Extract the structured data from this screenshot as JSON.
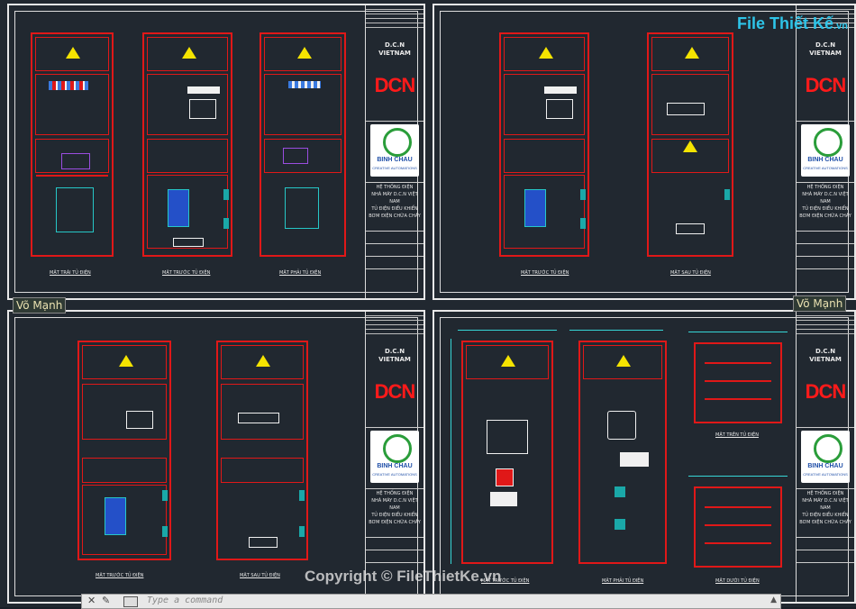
{
  "watermark": {
    "site": "Copyright © FileThietKe.vn",
    "brand": "File Thiết Kế",
    "brand_tld": ".vn"
  },
  "author_label": "Võ Mạnh",
  "title_block": {
    "company_line1": "D.C.N",
    "company_line2": "VIETNAM",
    "brand": "DCN",
    "logo_name": "BINH CHAU",
    "logo_sub": "CREATIVE AUTOMATIONS",
    "project_line1": "HỆ THỐNG ĐIỆN",
    "project_line2": "NHÀ MÁY D.C.N VIỆT NAM",
    "drawing_line1": "TỦ ĐIỆN ĐIỀU KHIỂN",
    "drawing_line2": "BƠM ĐIỆN CHỮA CHÁY"
  },
  "sheets": [
    {
      "captions": [
        "MẶT TRÁI TỦ ĐIỆN",
        "MẶT TRƯỚC TỦ ĐIỆN",
        "MẶT PHẢI TỦ ĐIỆN"
      ]
    },
    {
      "captions": [
        "MẶT TRƯỚC TỦ ĐIỆN",
        "MẶT SAU TỦ ĐIỆN"
      ]
    },
    {
      "captions": [
        "MẶT TRƯỚC TỦ ĐIỆN",
        "MẶT SAU TỦ ĐIỆN"
      ]
    },
    {
      "captions": [
        "MẶT TRƯỚC TỦ ĐIỆN",
        "MẶT PHẢI TỦ ĐIỆN",
        "MẶT TRÊN TỦ ĐIỆN",
        "MẶT DƯỚI TỦ ĐIỆN"
      ]
    }
  ],
  "command_line": {
    "placeholder": "Type a command"
  },
  "colors": {
    "frame": "#e01818",
    "background": "#212830",
    "border": "#e8e8e8",
    "accent_cyan": "#36d6d6",
    "warning": "#f5e400",
    "brand_red": "#ff1a1a"
  }
}
